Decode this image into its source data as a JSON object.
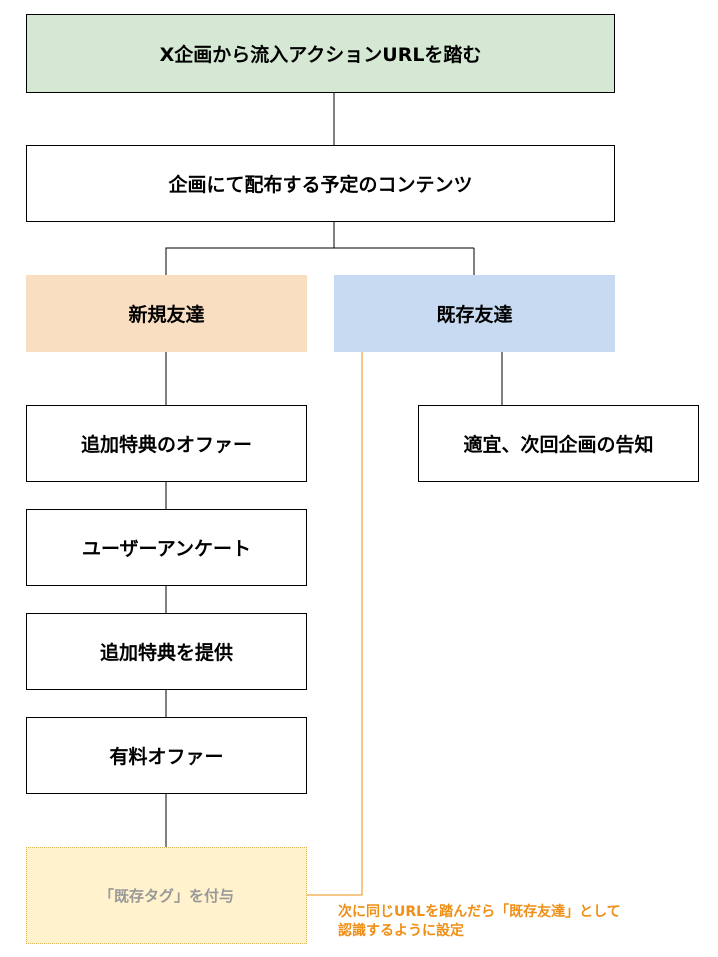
{
  "nodes": {
    "start": "X企画から流入アクションURLを踏む",
    "content": "企画にて配布する予定のコンテンツ",
    "new_friends": "新規友達",
    "existing_friends": "既存友達",
    "bonus_offer": "追加特典のオファー",
    "survey": "ユーザーアンケート",
    "provide_bonus": "追加特典を提供",
    "paid_offer": "有料オファー",
    "tag": "「既存タグ」を付与",
    "announce": "適宜、次回企画の告知"
  },
  "annotation": {
    "line1": "次に同じURLを踏んだら「既存友達」として",
    "line2": "認識するように設定"
  },
  "colors": {
    "start_fill": "#d5e8d4",
    "new_fill": "#fadec1",
    "existing_fill": "#c7daf2",
    "tag_fill": "#fff2cc",
    "annotation": "#ef8f16"
  }
}
